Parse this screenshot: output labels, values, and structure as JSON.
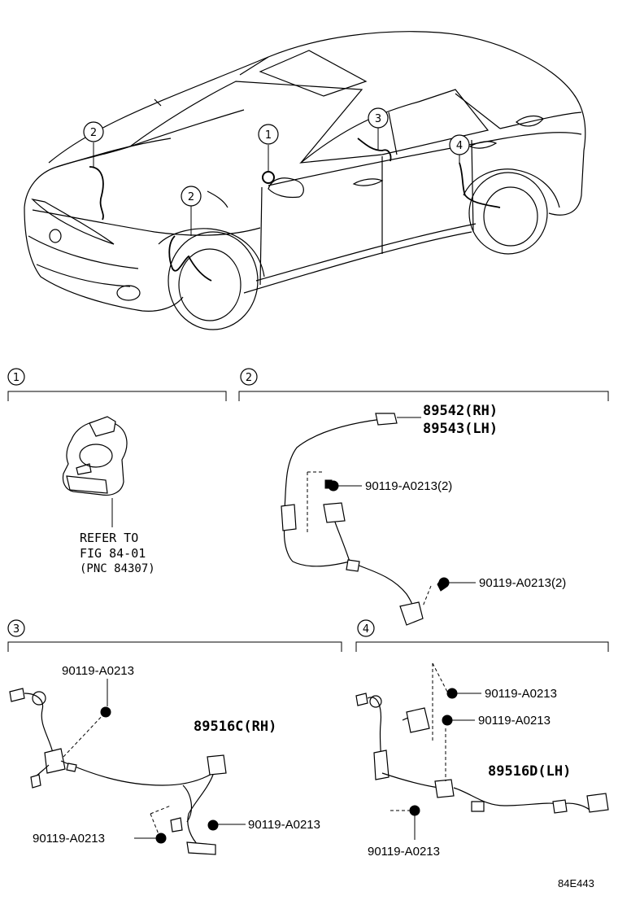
{
  "callouts": {
    "c1": "1",
    "c2a": "2",
    "c2b": "2",
    "c3": "3",
    "c4": "4"
  },
  "sections": [
    {
      "num": "1"
    },
    {
      "num": "2"
    },
    {
      "num": "3"
    },
    {
      "num": "4"
    }
  ],
  "section1": {
    "ref_line1": "REFER TO",
    "ref_line2": "FIG 84-01",
    "ref_line3": "(PNC 84307)"
  },
  "section2": {
    "part_rh": "89542(RH)",
    "part_lh": "89543(LH)",
    "bolt_upper": "90119-A0213(2)",
    "bolt_lower": "90119-A0213(2)"
  },
  "section3": {
    "bolt_top": "90119-A0213",
    "part": "89516C(RH)",
    "bolt_right": "90119-A0213",
    "bolt_left": "90119-A0213"
  },
  "section4": {
    "bolt_top": "90119-A0213",
    "bolt_mid": "90119-A0213",
    "part": "89516D(LH)",
    "bolt_bottom": "90119-A0213"
  },
  "diagram_code": "84E443"
}
